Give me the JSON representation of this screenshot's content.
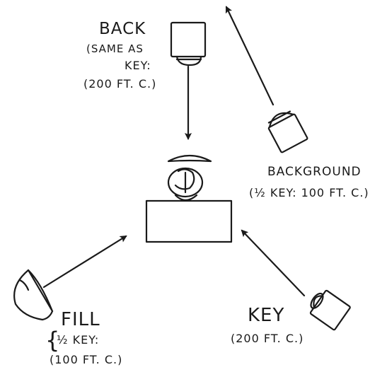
{
  "labels": {
    "back": {
      "title": "BACK",
      "line1": "(SAME AS",
      "line2": "KEY:",
      "line3": "(200 FT. C.)"
    },
    "background": {
      "title": "BACKGROUND",
      "line1": "(½ KEY: 100 FT. C.)"
    },
    "fill": {
      "title": "FILL",
      "line1": "½ KEY:",
      "line2": "(100 FT. C.)"
    },
    "key": {
      "title": "KEY",
      "line1": "(200 FT. C.)"
    }
  }
}
